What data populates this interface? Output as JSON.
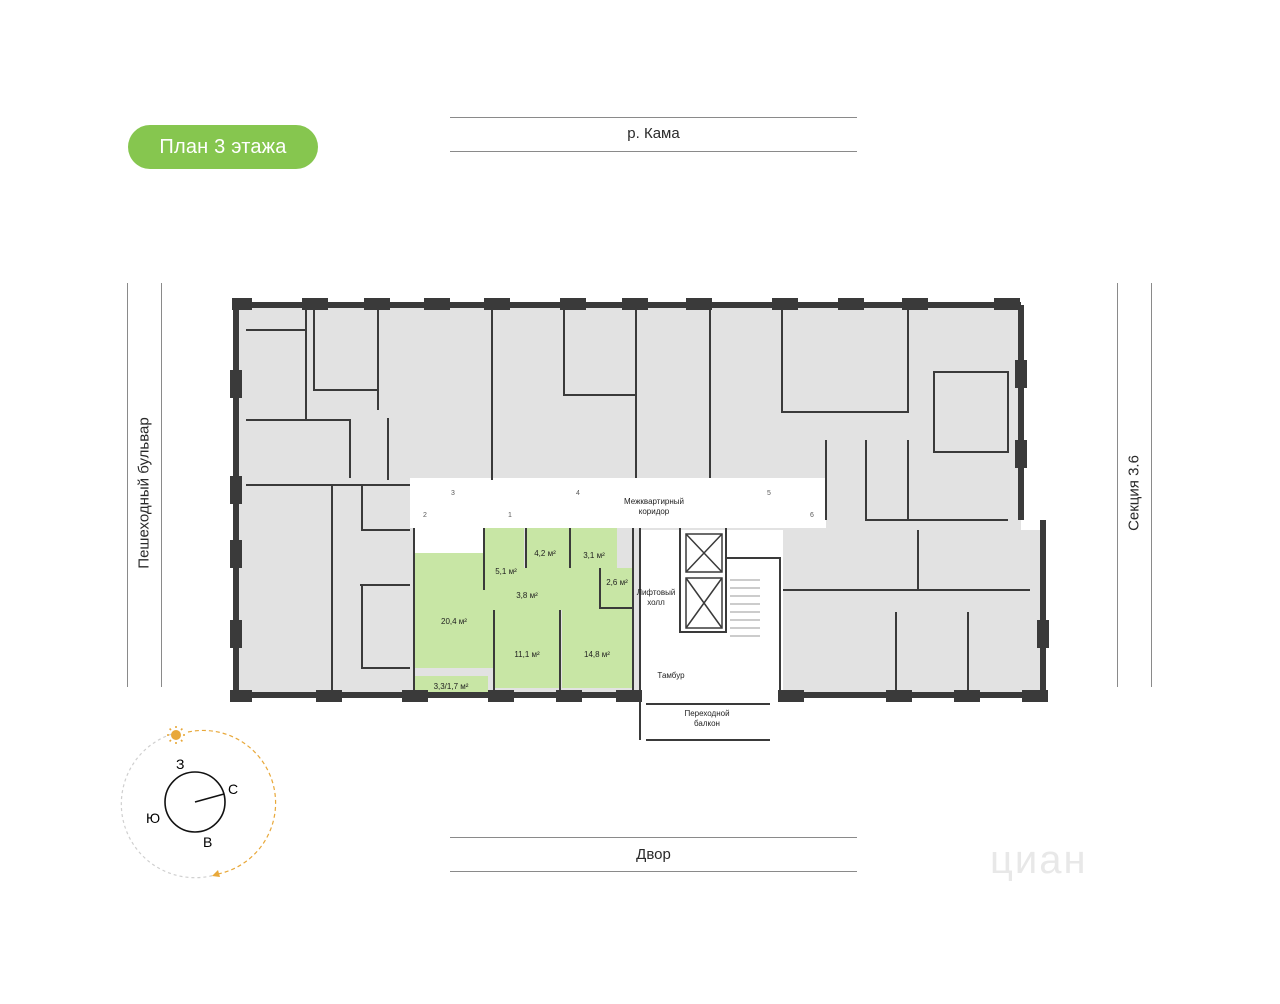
{
  "title": "План 3 этажа",
  "directions": {
    "north": "р. Кама",
    "south": "Двор",
    "west": "Пешеходный бульвар",
    "east": "Секция 3.6"
  },
  "compass": {
    "z": "З",
    "s": "С",
    "yu": "Ю",
    "v": "В"
  },
  "common_areas": {
    "corridor": [
      "Межквартирный",
      "коридор"
    ],
    "lift_hall": [
      "Лифтовый",
      "холл"
    ],
    "tambur": "Тамбур",
    "balcony": [
      "Переходной",
      "балкон"
    ]
  },
  "highlighted_apartment": {
    "color": "#c8e6a5",
    "rooms": [
      {
        "id": "living",
        "area": "20,4 м²"
      },
      {
        "id": "hall",
        "area": "5,1 м²"
      },
      {
        "id": "bath1",
        "area": "4,2 м²"
      },
      {
        "id": "bath2",
        "area": "3,1 м²"
      },
      {
        "id": "corridor",
        "area": "3,8 м²"
      },
      {
        "id": "closet",
        "area": "2,6 м²"
      },
      {
        "id": "bedroom1",
        "area": "11,1 м²"
      },
      {
        "id": "bedroom2",
        "area": "14,8 м²"
      },
      {
        "id": "balcony",
        "area": "3,3/1,7 м²"
      }
    ]
  },
  "door_numbers": [
    "1",
    "2",
    "3",
    "4",
    "5",
    "6"
  ],
  "watermark": "циан",
  "colors": {
    "accent": "#86c64f",
    "room_fill": "#e0e0e0",
    "wall": "#3a3a3a",
    "sun": "#e8a83a"
  }
}
